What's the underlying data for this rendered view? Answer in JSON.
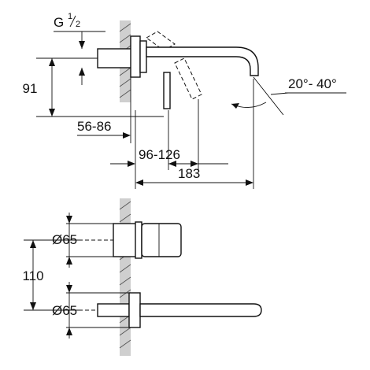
{
  "drawing": {
    "top_view": {
      "thread_label_prefix": "G",
      "thread_label_num": "1",
      "thread_label_den": "2",
      "dim_height": "91",
      "dim_depth_range": "56-86",
      "dim_wall_range": "96-126",
      "dim_spout_length": "183",
      "dim_angle": "20°- 40°"
    },
    "front_view": {
      "dim_diameter_upper": "Ø65",
      "dim_diameter_lower": "Ø65",
      "dim_spacing": "110"
    }
  }
}
